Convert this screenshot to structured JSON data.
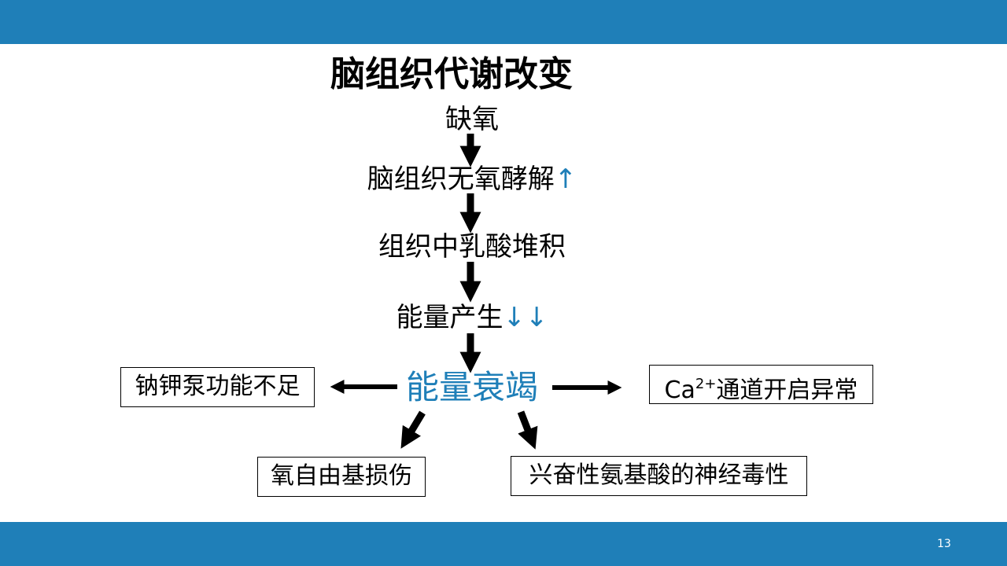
{
  "title": "脑组织代谢改变",
  "steps": [
    {
      "text": "缺氧",
      "mark": ""
    },
    {
      "text": "脑组织无氧酵解",
      "mark": "↑"
    },
    {
      "text": "组织中乳酸堆积",
      "mark": ""
    },
    {
      "text": "能量产生",
      "mark": "↓↓"
    }
  ],
  "center": "能量衰竭",
  "outcomes": {
    "left": "钠钾泵功能不足",
    "right_prefix": "Ca",
    "right_sup": "2+",
    "right_suffix": "通道开启异常",
    "bottom_left": "氧自由基损伤",
    "bottom_right": "兴奋性氨基酸的神经毒性"
  },
  "page_number": "13",
  "colors": {
    "accent": "#1f7fb8",
    "text": "#000000"
  }
}
